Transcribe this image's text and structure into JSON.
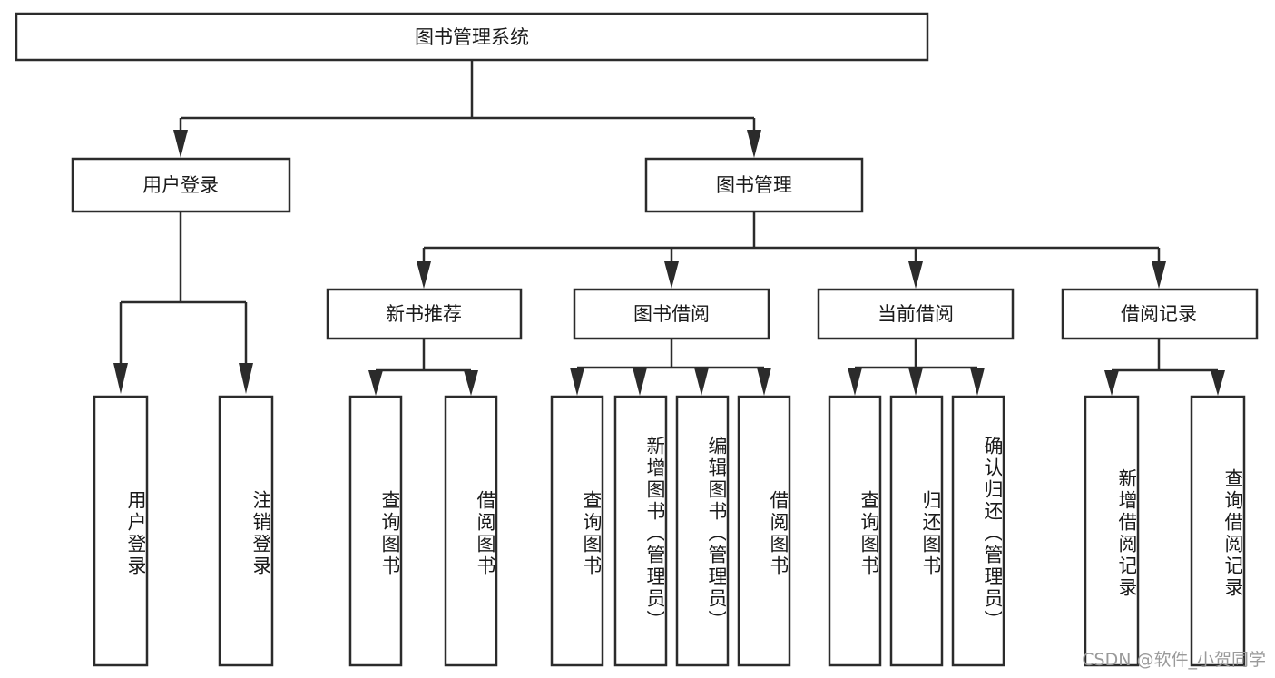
{
  "diagram": {
    "title": "图书管理系统",
    "type": "tree-hierarchy",
    "root": {
      "id": "root",
      "label": "图书管理系统"
    },
    "level2": [
      {
        "id": "user-login",
        "label": "用户登录"
      },
      {
        "id": "book-management",
        "label": "图书管理"
      }
    ],
    "level3": [
      {
        "id": "new-book-recommend",
        "label": "新书推荐",
        "parent": "book-management"
      },
      {
        "id": "book-borrow",
        "label": "图书借阅",
        "parent": "book-management"
      },
      {
        "id": "current-borrow",
        "label": "当前借阅",
        "parent": "book-management"
      },
      {
        "id": "borrow-record",
        "label": "借阅记录",
        "parent": "book-management"
      }
    ],
    "leaves": {
      "user-login": [
        {
          "id": "leaf-user-login",
          "label": "用户登录"
        },
        {
          "id": "leaf-user-logout",
          "label": "注销登录"
        }
      ],
      "new-book-recommend": [
        {
          "id": "leaf-query-book-1",
          "label": "查询图书"
        },
        {
          "id": "leaf-borrow-book-1",
          "label": "借阅图书"
        }
      ],
      "book-borrow": [
        {
          "id": "leaf-query-book-2",
          "label": "查询图书"
        },
        {
          "id": "leaf-add-book",
          "label": "新增图书（管理员）"
        },
        {
          "id": "leaf-edit-book",
          "label": "编辑图书（管理员）"
        },
        {
          "id": "leaf-borrow-book-2",
          "label": "借阅图书"
        }
      ],
      "current-borrow": [
        {
          "id": "leaf-query-book-3",
          "label": "查询图书"
        },
        {
          "id": "leaf-return-book",
          "label": "归还图书"
        },
        {
          "id": "leaf-confirm-return",
          "label": "确认归还（管理员）"
        }
      ],
      "borrow-record": [
        {
          "id": "leaf-add-borrow-record",
          "label": "新增借阅记录"
        },
        {
          "id": "leaf-query-borrow-record",
          "label": "查询借阅记录"
        }
      ]
    }
  },
  "watermark": {
    "text": "CSDN @软件_小贺同学"
  },
  "colors": {
    "stroke": "#2b2b2b",
    "box_fill": "#ffffff",
    "text": "#1a1a1a",
    "background": "#ffffff",
    "watermark": "#9a9a9a"
  }
}
